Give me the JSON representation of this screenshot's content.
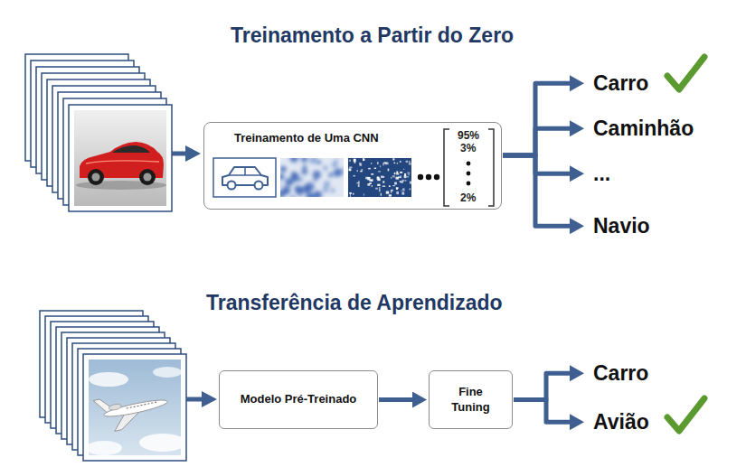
{
  "diagram": {
    "nodes": [
      {
        "text": [
          "Treinamento de Uma CNN"
        ]
      },
      {
        "text": [
          "Carro"
        ]
      },
      {
        "text": [
          "Caminhão"
        ]
      },
      {
        "text": [
          "..."
        ]
      },
      {
        "text": [
          "Navio"
        ]
      },
      {
        "text": [
          "Modelo Pré-Treinado"
        ]
      },
      {
        "text": [
          "Fine Tuning"
        ]
      },
      {
        "text": [
          "Carro"
        ]
      },
      {
        "text": [
          "Avião"
        ]
      }
    ],
    "edges": [
      {
        "from": 0,
        "to": 1,
        "arrow": "to"
      },
      {
        "from": 0,
        "to": 2,
        "arrow": "to"
      },
      {
        "from": 0,
        "to": 3,
        "arrow": "to"
      },
      {
        "from": 0,
        "to": 4,
        "arrow": "to"
      },
      {
        "from": 5,
        "to": 6,
        "arrow": "to"
      },
      {
        "from": 6,
        "to": 7,
        "arrow": "to"
      },
      {
        "from": 6,
        "to": 8,
        "arrow": "to"
      }
    ],
    "labels": [
      "Treinamento a Partir do Zero",
      "Transferência de Aprendizado",
      "95%",
      "3%",
      "2%"
    ]
  }
}
